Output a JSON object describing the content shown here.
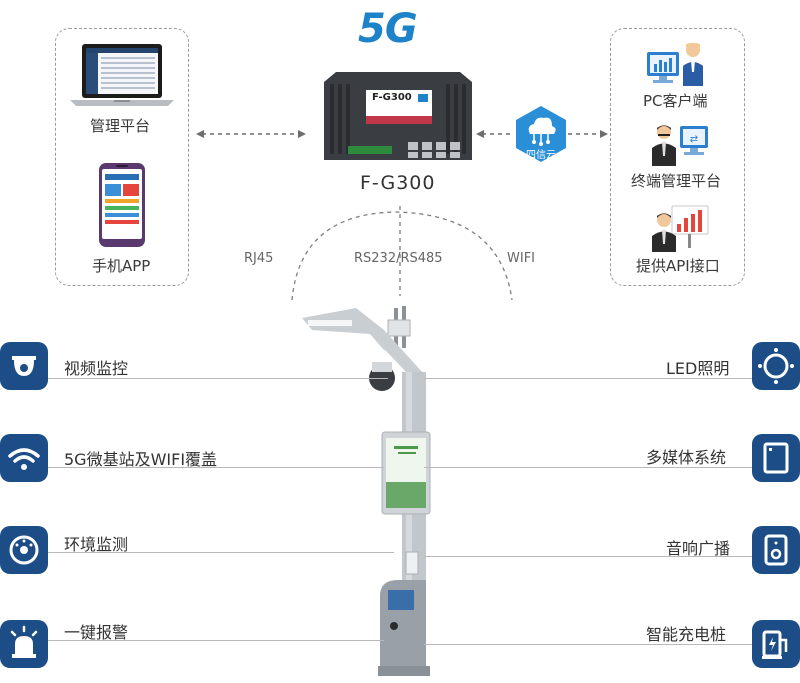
{
  "brand": {
    "network": "5G",
    "accent": "#1e82c8"
  },
  "gateway": {
    "model_plate": "F-G300",
    "label": "F-G300"
  },
  "cloud": {
    "label": "四信云"
  },
  "left_panel": {
    "items": [
      {
        "label": "管理平台",
        "icon": "laptop-icon"
      },
      {
        "label": "手机APP",
        "icon": "smartphone-icon"
      }
    ]
  },
  "right_panel": {
    "items": [
      {
        "label": "PC客户端",
        "icon": "pc-client-icon"
      },
      {
        "label": "终端管理平台",
        "icon": "terminal-management-icon"
      },
      {
        "label": "提供API接口",
        "icon": "api-chart-icon"
      }
    ]
  },
  "interfaces": {
    "rj45": "RJ45",
    "serial": "RS232/RS485",
    "wifi": "WIFI"
  },
  "features_left": [
    {
      "label": "视频监控",
      "icon": "camera-icon"
    },
    {
      "label": "5G微基站及WIFI覆盖",
      "icon": "wifi-icon"
    },
    {
      "label": "环境监测",
      "icon": "sensor-icon"
    },
    {
      "label": "一键报警",
      "icon": "alarm-light-icon"
    }
  ],
  "features_right": [
    {
      "label": "LED照明",
      "icon": "led-light-icon"
    },
    {
      "label": "多媒体系统",
      "icon": "display-screen-icon"
    },
    {
      "label": "音响广播",
      "icon": "speaker-icon"
    },
    {
      "label": "智能充电桩",
      "icon": "charger-icon"
    }
  ],
  "colors": {
    "icon_badge": "#1d4d86",
    "cloud": "#2b8fd8",
    "gateway_body": "#3a3d42"
  }
}
